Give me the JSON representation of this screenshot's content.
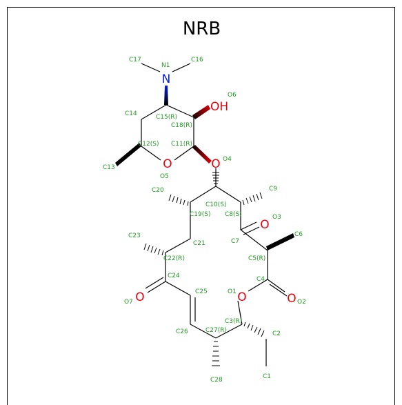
{
  "title": "NRB",
  "colors": {
    "carbon_label": "#1f9a1f",
    "oxygen": "#e8000b",
    "nitrogen": "#0a1fe0",
    "bond": "#000000"
  },
  "heteroatoms": [
    {
      "id": "n1",
      "symbol": "N"
    },
    {
      "id": "oh",
      "symbol": "OH"
    },
    {
      "id": "o5",
      "symbol": "O"
    },
    {
      "id": "o4",
      "symbol": "O"
    },
    {
      "id": "o3",
      "symbol": "O"
    },
    {
      "id": "o1",
      "symbol": "O"
    },
    {
      "id": "o2",
      "symbol": "O"
    },
    {
      "id": "o7",
      "symbol": "O"
    }
  ],
  "labels": [
    {
      "id": "C17",
      "text": "C17"
    },
    {
      "id": "N1",
      "text": "N1"
    },
    {
      "id": "C16",
      "text": "C16"
    },
    {
      "id": "O6",
      "text": "O6"
    },
    {
      "id": "C14",
      "text": "C14"
    },
    {
      "id": "C15",
      "text": "C15(R)"
    },
    {
      "id": "C18",
      "text": "C18(R)"
    },
    {
      "id": "C12",
      "text": "C12(S)"
    },
    {
      "id": "C11",
      "text": "C11(R)"
    },
    {
      "id": "O4",
      "text": "O4"
    },
    {
      "id": "C13",
      "text": "C13"
    },
    {
      "id": "O5",
      "text": "O5"
    },
    {
      "id": "C20",
      "text": "C20"
    },
    {
      "id": "C9",
      "text": "C9"
    },
    {
      "id": "C10",
      "text": "C10(S)"
    },
    {
      "id": "C19",
      "text": "C19(S)"
    },
    {
      "id": "C8",
      "text": "C8(S)"
    },
    {
      "id": "O3",
      "text": "O3"
    },
    {
      "id": "C23",
      "text": "C23"
    },
    {
      "id": "C7",
      "text": "C7"
    },
    {
      "id": "C6",
      "text": "C6"
    },
    {
      "id": "C21",
      "text": "C21"
    },
    {
      "id": "C22",
      "text": "C22(R)"
    },
    {
      "id": "C5",
      "text": "C5(R)"
    },
    {
      "id": "C24",
      "text": "C24"
    },
    {
      "id": "C4",
      "text": "C4"
    },
    {
      "id": "C25",
      "text": "C25"
    },
    {
      "id": "O1",
      "text": "O1"
    },
    {
      "id": "O7",
      "text": "O7"
    },
    {
      "id": "O2",
      "text": "O2"
    },
    {
      "id": "C3",
      "text": "C3(R)"
    },
    {
      "id": "C26",
      "text": "C26"
    },
    {
      "id": "C27",
      "text": "C27(R)"
    },
    {
      "id": "C2",
      "text": "C2"
    },
    {
      "id": "C28",
      "text": "C28"
    },
    {
      "id": "C1",
      "text": "C1"
    }
  ]
}
